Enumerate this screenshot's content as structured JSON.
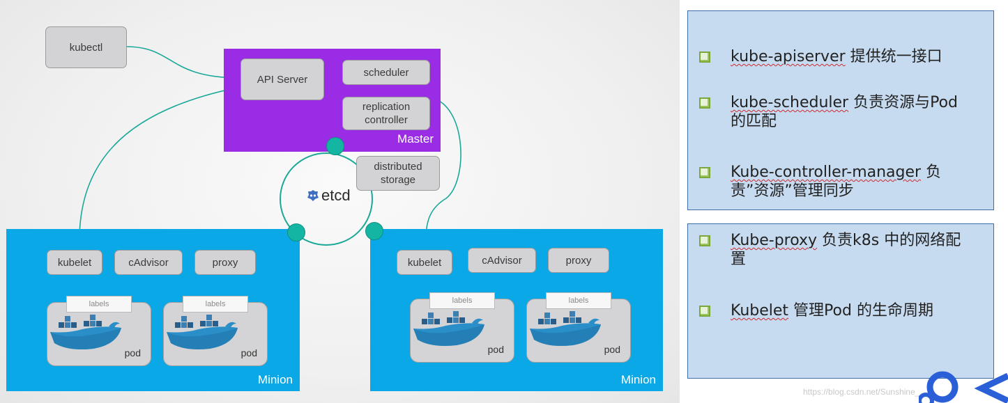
{
  "diagram": {
    "kubectl": "kubectl",
    "master": {
      "label": "Master",
      "api_server": "API Server",
      "scheduler": "scheduler",
      "replication_controller": [
        "replication",
        "controller"
      ]
    },
    "storage": [
      "distributed",
      "storage"
    ],
    "etcd": "etcd",
    "minions": [
      {
        "label": "Minion",
        "components": [
          "kubelet",
          "cAdvisor",
          "proxy"
        ],
        "pods": [
          {
            "labels": "labels",
            "name": "pod"
          },
          {
            "labels": "labels",
            "name": "pod"
          }
        ]
      },
      {
        "label": "Minion",
        "components": [
          "kubelet",
          "cAdvisor",
          "proxy"
        ],
        "pods": [
          {
            "labels": "labels",
            "name": "pod"
          },
          {
            "labels": "labels",
            "name": "pod"
          }
        ]
      }
    ],
    "colors": {
      "master": "#9a2ce6",
      "minion": "#0aa8e6",
      "connector": "#15b5a4"
    }
  },
  "box1": {
    "items": [
      {
        "underlined": "kube-apiserver",
        "rest": " 提供统一接口"
      },
      {
        "underlined": "kube-scheduler",
        "rest": " 负责资源与Pod的匹配"
      },
      {
        "underlined": "Kube-controller-manager",
        "rest": " 负责”资源”管理同步"
      }
    ]
  },
  "box2": {
    "items": [
      {
        "underlined": "Kube-proxy",
        "rest": " 负责k8s 中的网络配置"
      },
      {
        "underlined": "Kubelet",
        "rest": " 管理Pod 的生命周期"
      }
    ]
  },
  "watermark": "https://blog.csdn.net/Sunshine_"
}
